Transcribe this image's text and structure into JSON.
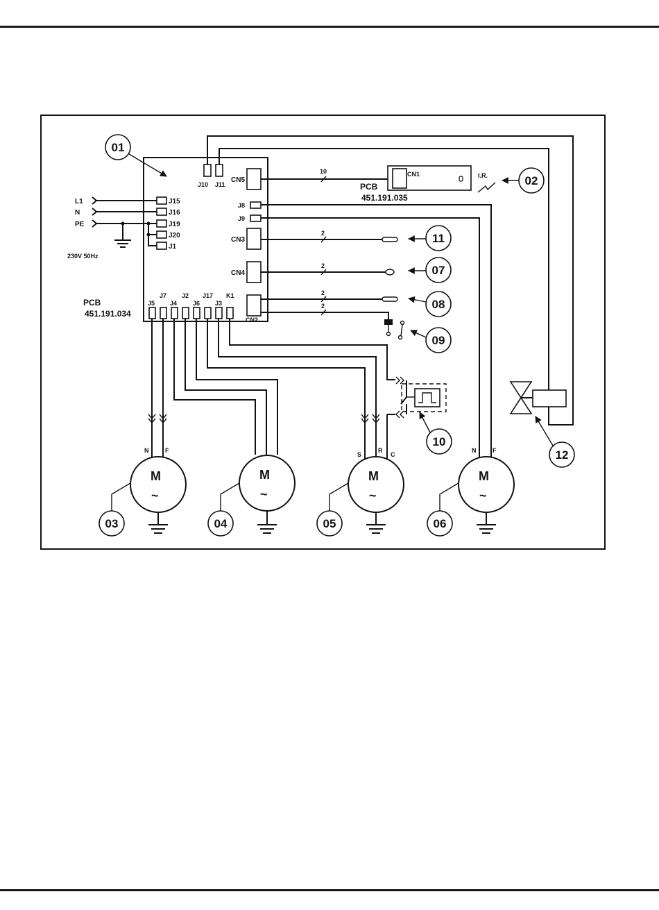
{
  "supply": {
    "lines": [
      "L1",
      "N",
      "PE"
    ],
    "rating": "230V 50Hz"
  },
  "main_pcb": {
    "title": "PCB",
    "code": "451.191.034",
    "top_connectors": [
      "J10",
      "J11"
    ],
    "left_connectors": [
      "J15",
      "J16",
      "J19",
      "J20",
      "J1"
    ],
    "right_connectors": [
      "CN5",
      "J8",
      "J9",
      "CN3",
      "CN4",
      "CN2"
    ],
    "bottom_labels": [
      "J5",
      "J7",
      "J4",
      "J2",
      "J6",
      "J17",
      "J3",
      "K1"
    ]
  },
  "ir_pcb": {
    "title": "PCB",
    "code": "451.191.035",
    "connector": "CN1",
    "ir_label": "I.R."
  },
  "wire_counts": {
    "cn5": "10",
    "cn3": "2",
    "cn4": "2",
    "cn2_a": "2",
    "cn2_b": "2"
  },
  "callouts": [
    "01",
    "02",
    "03",
    "04",
    "05",
    "06",
    "07",
    "08",
    "09",
    "10",
    "11",
    "12"
  ],
  "motors": [
    {
      "symbol": "M",
      "ac": "~",
      "terminals": [
        "N",
        "F"
      ]
    },
    {
      "symbol": "M",
      "ac": "~",
      "terminals": []
    },
    {
      "symbol": "M",
      "ac": "~",
      "terminals": [
        "S",
        "R",
        "C"
      ]
    },
    {
      "symbol": "M",
      "ac": "~",
      "terminals": [
        "N",
        "F"
      ]
    }
  ]
}
